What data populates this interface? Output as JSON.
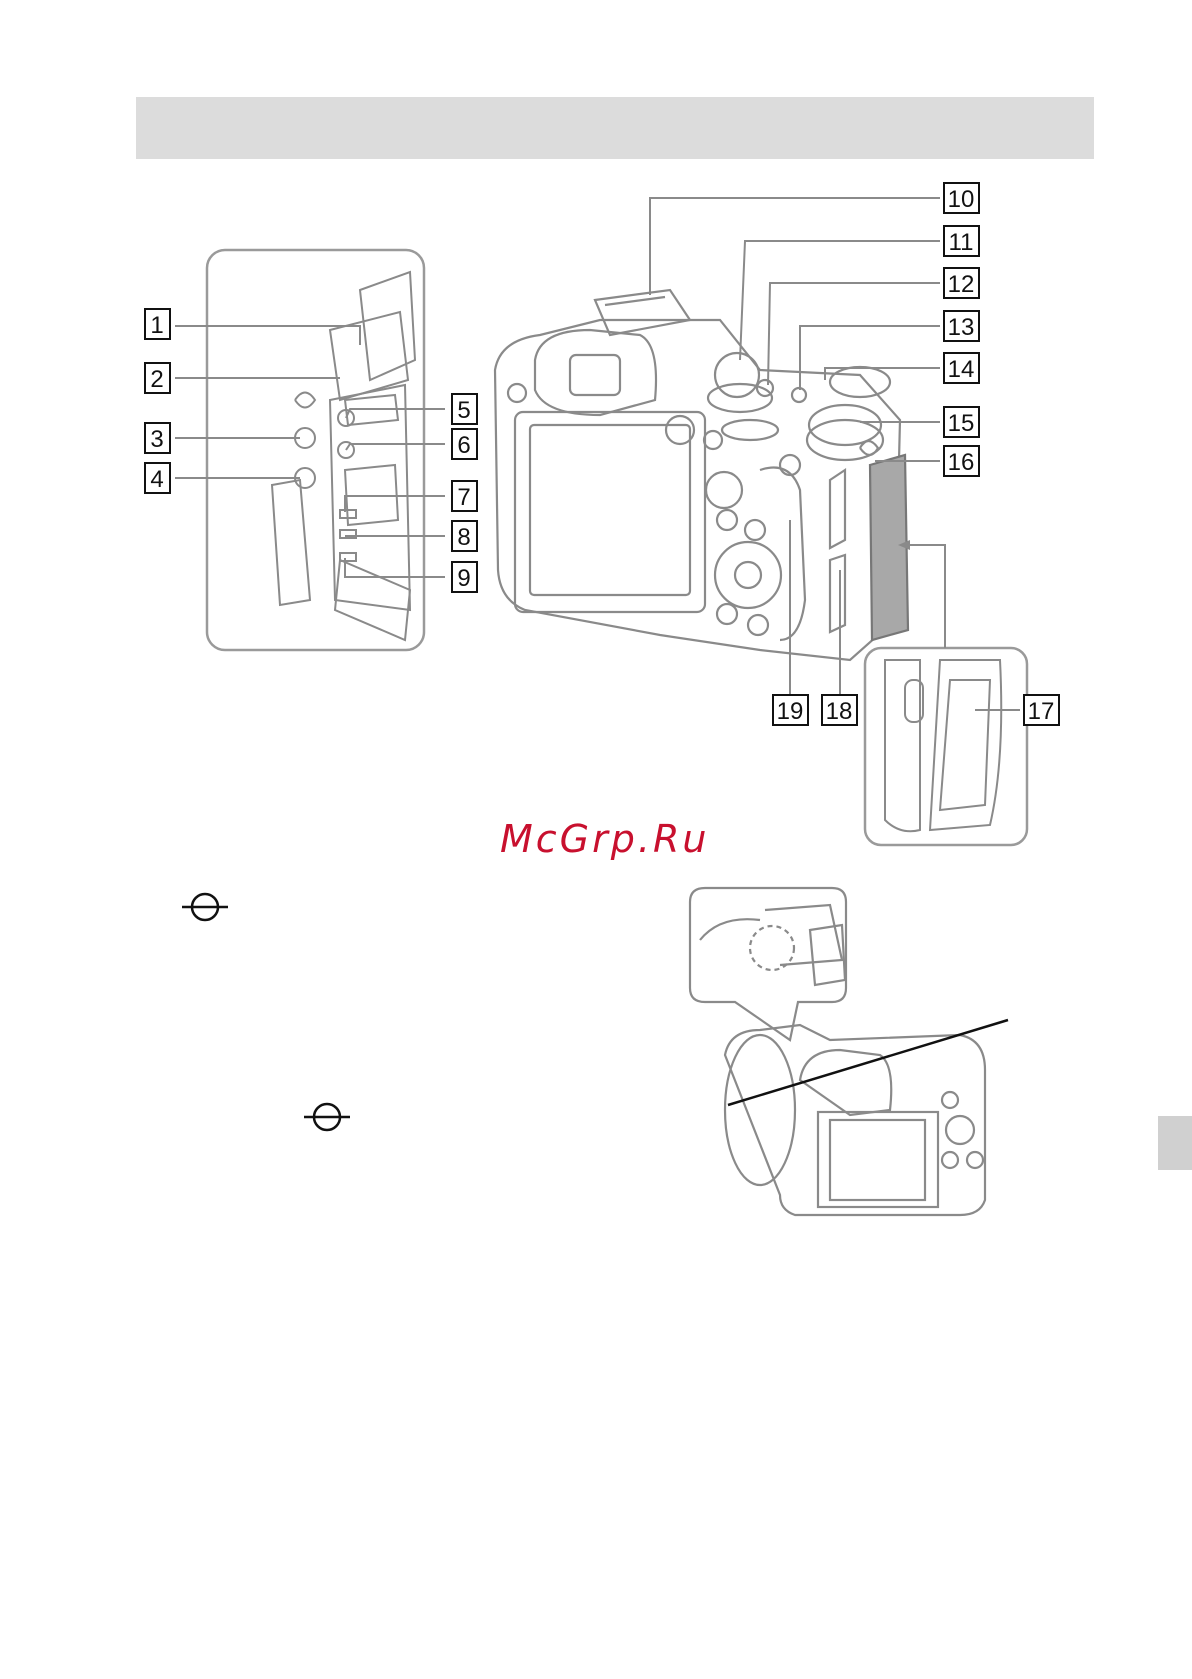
{
  "header": {
    "title": ""
  },
  "watermark": {
    "text": "McGrp.Ru"
  },
  "callouts": [
    "1",
    "2",
    "3",
    "4",
    "5",
    "6",
    "7",
    "8",
    "9",
    "10",
    "11",
    "12",
    "13",
    "14",
    "15",
    "16",
    "17",
    "18",
    "19"
  ],
  "symbols": {
    "image_sensor_mark": "image-sensor-position-mark"
  },
  "colors": {
    "line": "#8a8a8a",
    "callout_border": "#111111",
    "band": "#dcdcdc",
    "watermark": "#c8102e"
  }
}
